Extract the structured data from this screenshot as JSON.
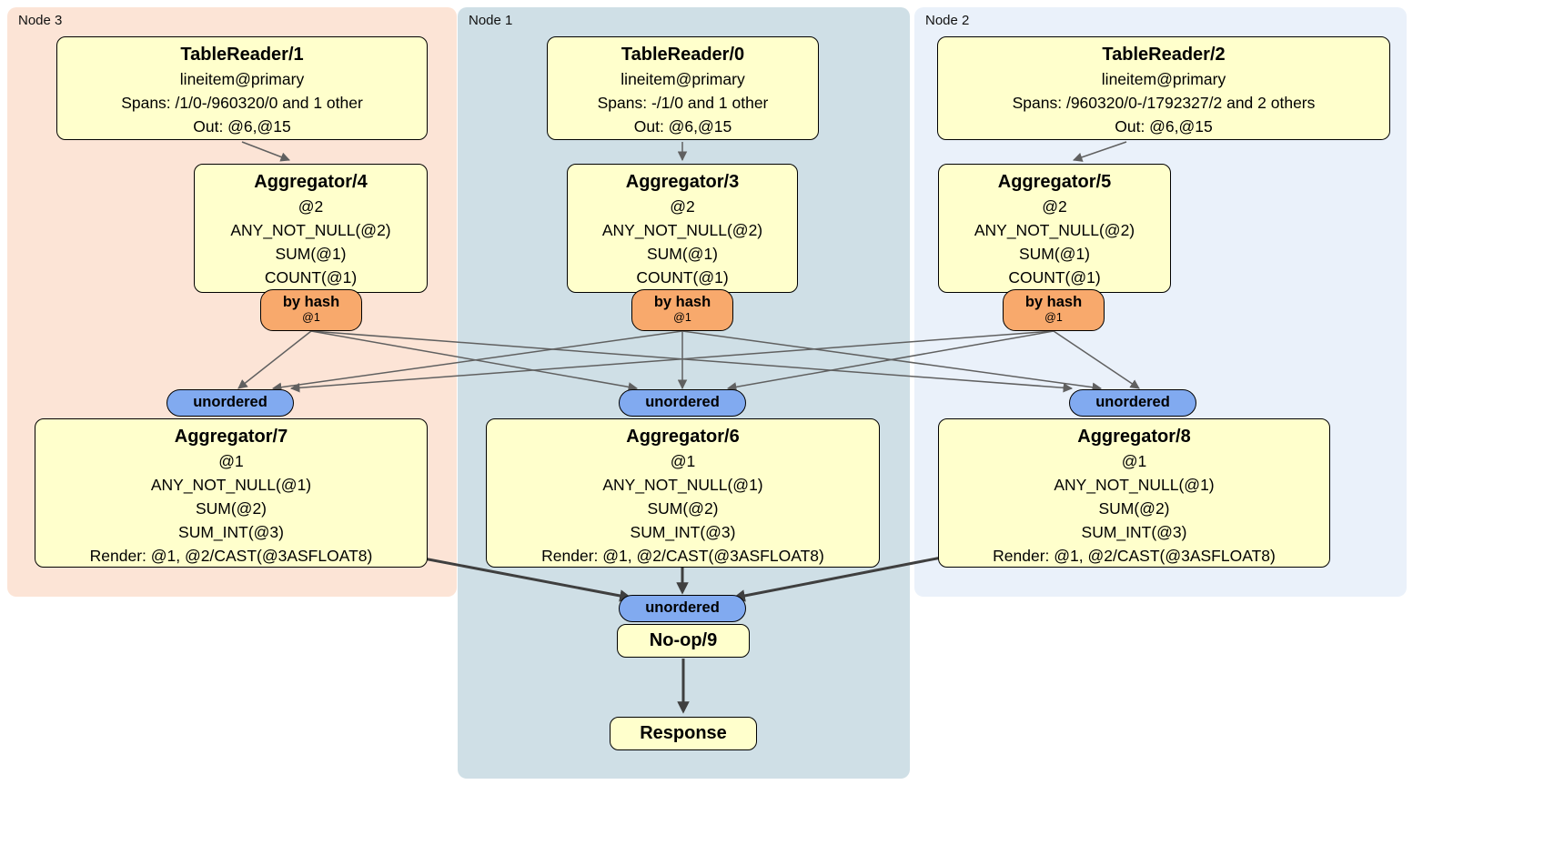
{
  "regions": {
    "node3": {
      "label": "Node 3"
    },
    "node1": {
      "label": "Node 1"
    },
    "node2": {
      "label": "Node 2"
    }
  },
  "boxes": {
    "tablereader1": {
      "title": "TableReader/1",
      "lines": [
        "lineitem@primary",
        "Spans: /1/0-/960320/0 and 1 other",
        "Out: @6,@15"
      ]
    },
    "tablereader0": {
      "title": "TableReader/0",
      "lines": [
        "lineitem@primary",
        "Spans: -/1/0 and 1 other",
        "Out: @6,@15"
      ]
    },
    "tablereader2": {
      "title": "TableReader/2",
      "lines": [
        "lineitem@primary",
        "Spans: /960320/0-/1792327/2 and 2 others",
        "Out: @6,@15"
      ]
    },
    "aggregator4": {
      "title": "Aggregator/4",
      "lines": [
        "@2",
        "ANY_NOT_NULL(@2)",
        "SUM(@1)",
        "COUNT(@1)"
      ]
    },
    "aggregator3": {
      "title": "Aggregator/3",
      "lines": [
        "@2",
        "ANY_NOT_NULL(@2)",
        "SUM(@1)",
        "COUNT(@1)"
      ]
    },
    "aggregator5": {
      "title": "Aggregator/5",
      "lines": [
        "@2",
        "ANY_NOT_NULL(@2)",
        "SUM(@1)",
        "COUNT(@1)"
      ]
    },
    "aggregator7": {
      "title": "Aggregator/7",
      "lines": [
        "@1",
        "ANY_NOT_NULL(@1)",
        "SUM(@2)",
        "SUM_INT(@3)",
        "Render: @1, @2/CAST(@3ASFLOAT8)"
      ]
    },
    "aggregator6": {
      "title": "Aggregator/6",
      "lines": [
        "@1",
        "ANY_NOT_NULL(@1)",
        "SUM(@2)",
        "SUM_INT(@3)",
        "Render: @1, @2/CAST(@3ASFLOAT8)"
      ]
    },
    "aggregator8": {
      "title": "Aggregator/8",
      "lines": [
        "@1",
        "ANY_NOT_NULL(@1)",
        "SUM(@2)",
        "SUM_INT(@3)",
        "Render: @1, @2/CAST(@3ASFLOAT8)"
      ]
    },
    "noop9": {
      "title": "No-op/9"
    },
    "response": {
      "title": "Response"
    }
  },
  "routers": {
    "byhash3": {
      "label": "by hash",
      "detail": "@1"
    },
    "byhash1": {
      "label": "by hash",
      "detail": "@1"
    },
    "byhash2": {
      "label": "by hash",
      "detail": "@1"
    },
    "unordered3": {
      "label": "unordered"
    },
    "unordered1": {
      "label": "unordered"
    },
    "unordered2": {
      "label": "unordered"
    },
    "unordered_final": {
      "label": "unordered"
    }
  },
  "colors": {
    "node3_bg": "#fce4d6",
    "node1_bg": "#cfdfe6",
    "node2_bg": "#eaf1fa",
    "processor_bg": "#ffffcc",
    "byhash_bg": "#f8a96c",
    "unordered_bg": "#81aaf0",
    "edge": "#606060",
    "edge_thick": "#3f3f3f"
  }
}
